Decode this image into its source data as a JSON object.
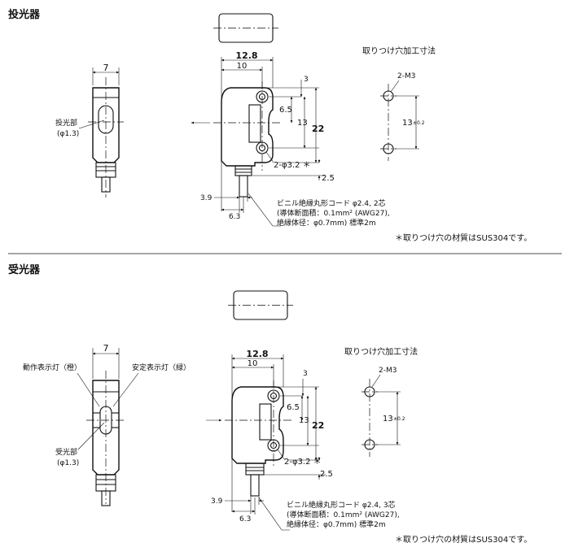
{
  "emitter": {
    "title": "投光器",
    "lens_label": "投光部",
    "lens_diameter": "(φ1.3)",
    "dims": {
      "front_width": "7",
      "side_width": "12.8",
      "hole_offset": "10",
      "top_margin": "3",
      "hole_pitch_half": "6.5",
      "hole_pitch": "13",
      "height": "22",
      "hole_spec": "2-φ3.2 ＊",
      "cable_offset": "2.5",
      "lead_a": "3.9",
      "lead_b": "6.3"
    },
    "cable_note": [
      "ビニル絶縁丸形コード φ2.4, 2芯",
      "(導体断面積：0.1mm² (AWG27),",
      "絶縁体径：φ0.7mm) 標準2m"
    ],
    "mount_title": "取りつけ穴加工寸法",
    "mount_thread": "2-M3",
    "mount_pitch": "13",
    "mount_tol": "±0.2",
    "material_note": "＊取りつけ穴の材質はSUS304です。"
  },
  "receiver": {
    "title": "受光器",
    "operation_led": "動作表示灯（橙）",
    "stability_led": "安定表示灯（緑）",
    "lens_label": "受光部",
    "lens_diameter": "(φ1.3)",
    "dims": {
      "front_width": "7",
      "side_width": "12.8",
      "hole_offset": "10",
      "top_margin": "3",
      "hole_pitch_half": "6.5",
      "hole_pitch": "13",
      "height": "22",
      "hole_spec": "2-φ3.2 ＊",
      "cable_offset": "2.5",
      "lead_a": "3.9",
      "lead_b": "6.3"
    },
    "cable_note": [
      "ビニル絶縁丸形コード φ2.4, 3芯",
      "(導体断面積：0.1mm² (AWG27),",
      "絶縁体径：φ0.7mm) 標準2m"
    ],
    "mount_title": "取りつけ穴加工寸法",
    "mount_thread": "2-M3",
    "mount_pitch": "13",
    "mount_tol": "±0.2",
    "material_note": "＊取りつけ穴の材質はSUS304です。"
  }
}
